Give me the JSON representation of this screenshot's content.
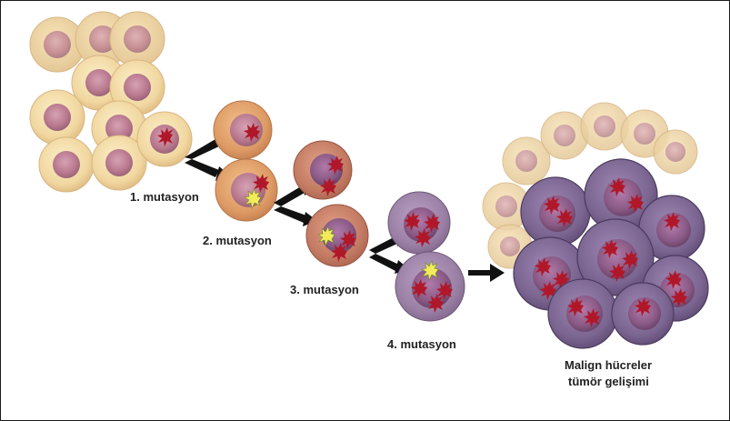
{
  "labels": {
    "mutation_1": "1. mutasyon",
    "mutation_2": "2. mutasyon",
    "mutation_3": "3. mutasyon",
    "mutation_4": "4. mutasyon",
    "result_line_1": "Malign hücreler",
    "result_line_2": "tümör gelişimi"
  },
  "colors": {
    "normal_cell": "#f3dca7",
    "normal_nucleus": "#c98a8f",
    "mutated_cell_1": "#e6a070",
    "mutated_cell_2": "#c57a62",
    "mutated_cell_3": "#9b7fa2",
    "malignant_cell": "#7b6690",
    "malignant_nucleus": "#8e5b8e",
    "mutation_star_red": "#b0182a",
    "mutation_star_yellow": "#f2ec5a",
    "arrow": "#111111"
  },
  "icons": {
    "mutation_mark": "star-burst",
    "progression_arrow": "chevron-arrow"
  }
}
